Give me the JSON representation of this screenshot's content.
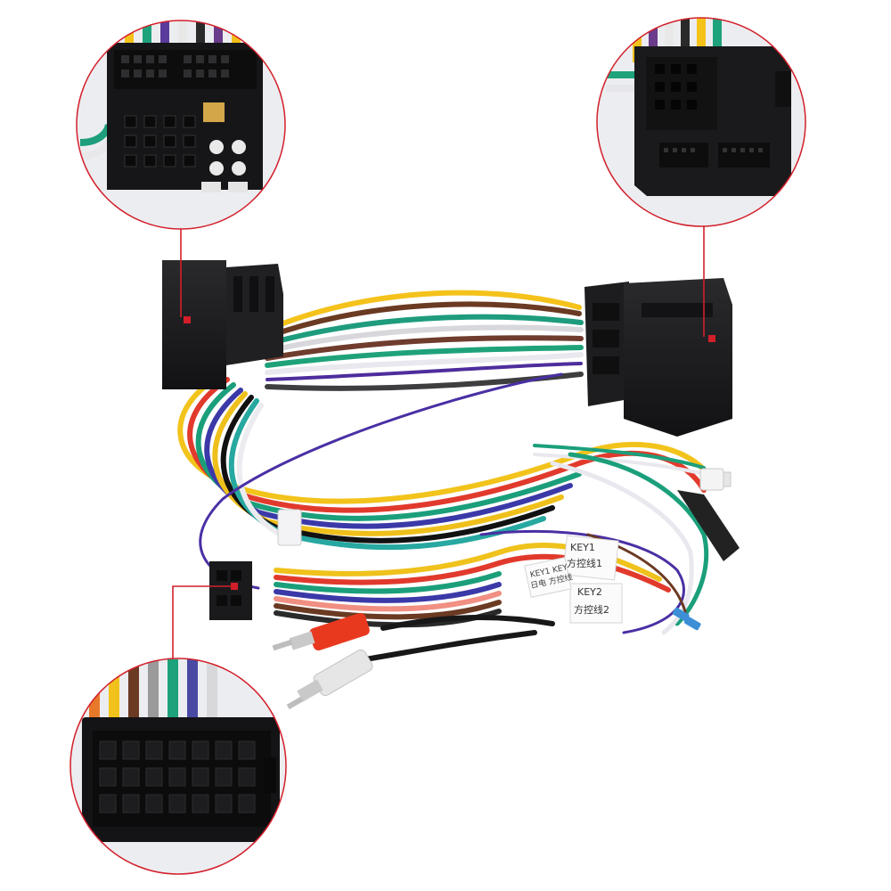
{
  "tags": {
    "tag1_line1": "KEY1",
    "tag1_line2": "方控线1",
    "tag2_line1": "KEY2",
    "tag2_line2": "方控线2",
    "tag3_line1": "KEY1 KEY",
    "tag3_line2": "日电 方控线",
    "rca_left_label": "",
    "rca_right_label": ""
  },
  "colors": {
    "callout_ring": "#d21f2a",
    "connector_body": "#1b1b1d",
    "rca_red": "#e8391f",
    "rca_white": "#e6e6e6",
    "background": "#ffffff"
  }
}
